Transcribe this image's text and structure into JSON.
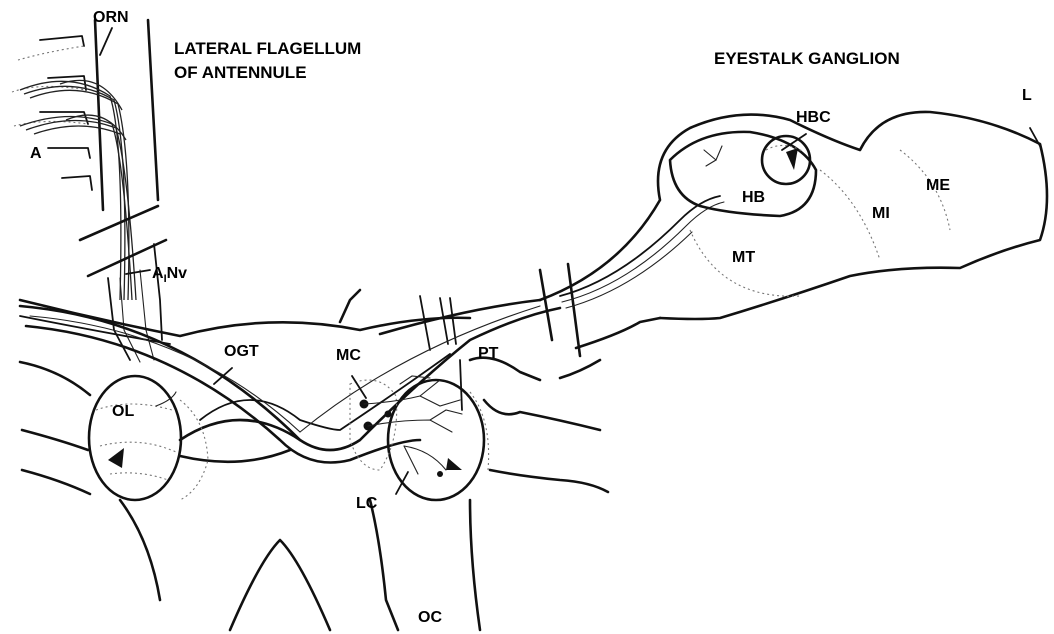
{
  "labels": {
    "orn": "ORN",
    "lateral_flagellum_line1": "LATERAL FLAGELLUM",
    "lateral_flagellum_line2": "OF ANTENNULE",
    "eyestalk_ganglion": "EYESTALK GANGLION",
    "a": "A",
    "a1nv_a": "A",
    "a1nv_sub": "I",
    "a1nv_nv": "Nv",
    "hbc": "HBC",
    "hb": "HB",
    "l": "L",
    "mi": "MI",
    "me": "ME",
    "mt": "MT",
    "ogt": "OGT",
    "mc": "MC",
    "pt": "PT",
    "ol": "OL",
    "lc": "LC",
    "oc": "OC"
  }
}
